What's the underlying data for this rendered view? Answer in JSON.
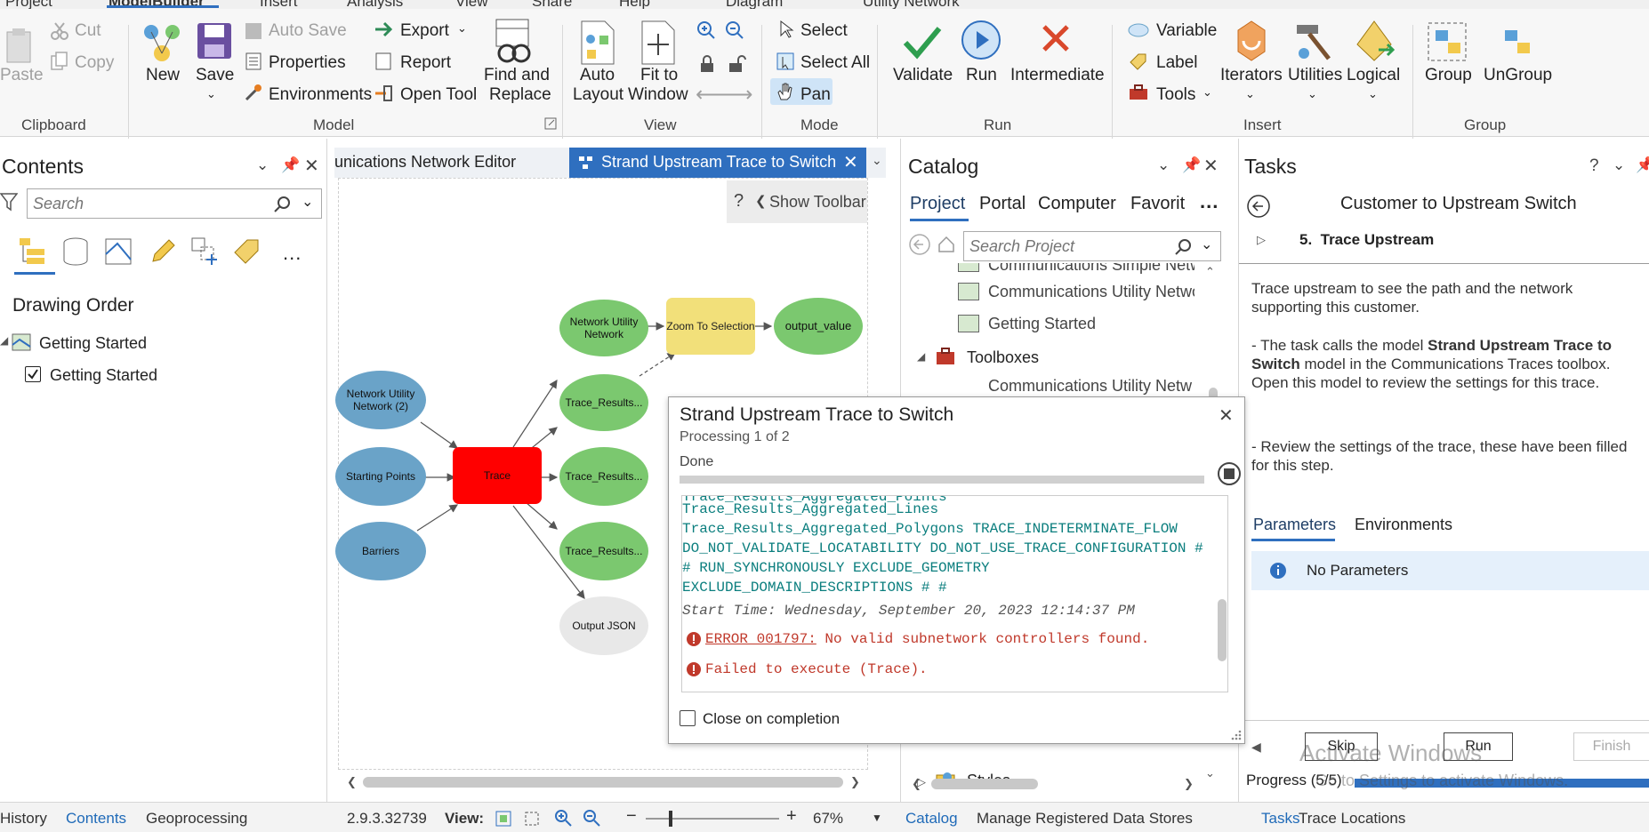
{
  "top_tabs": [
    "Project",
    "ModelBuilder",
    "Insert",
    "Analysis",
    "View",
    "Share",
    "Help",
    "Diagram",
    "Utility Network"
  ],
  "ribbon": {
    "clipboard": {
      "paste": "Paste",
      "cut": "Cut",
      "copy": "Copy",
      "group": "Clipboard"
    },
    "model": {
      "new": "New",
      "save": "Save",
      "auto_save": "Auto Save",
      "properties": "Properties",
      "environments": "Environments",
      "export": "Export",
      "report": "Report",
      "open_tool": "Open Tool",
      "find_replace_1": "Find and",
      "find_replace_2": "Replace",
      "group": "Model"
    },
    "view": {
      "auto_layout_1": "Auto",
      "auto_layout_2": "Layout",
      "fit_1": "Fit to",
      "fit_2": "Window",
      "group": "View"
    },
    "mode": {
      "select": "Select",
      "select_all": "Select All",
      "pan": "Pan",
      "group": "Mode"
    },
    "run": {
      "validate": "Validate",
      "run": "Run",
      "intermediate": "Intermediate",
      "group": "Run"
    },
    "insert": {
      "variable": "Variable",
      "label": "Label",
      "tools": "Tools",
      "iterators": "Iterators",
      "utilities": "Utilities",
      "logical": "Logical",
      "group": "Insert"
    },
    "group_grp": {
      "group": "Group",
      "ungroup": "UnGroup",
      "label": "Group"
    }
  },
  "contents": {
    "title": "Contents",
    "search_placeholder": "Search",
    "drawing_order": "Drawing Order",
    "map_item": "Getting Started",
    "layer_item": "Getting Started"
  },
  "editor": {
    "tab_inactive": "unications Network Editor",
    "tab_active": "Strand Upstream Trace to Switch",
    "show_toolbar": "Show Toolbar",
    "help": "?",
    "nodes": {
      "nun": "Network Utility Network",
      "zoom": "Zoom To Selection",
      "out_val": "output_value",
      "nun2": "Network Utility Network (2)",
      "tr1": "Trace_Results...",
      "start": "Starting Points",
      "trace": "Trace",
      "tr2": "Trace_Results...",
      "barriers": "Barriers",
      "tr3": "Trace_Results...",
      "json": "Output JSON"
    }
  },
  "dialog": {
    "title": "Strand Upstream Trace to Switch",
    "processing": "Processing 1 of 2",
    "done": "Done",
    "log_lines": [
      "Trace_Results_Aggregated_Lines",
      "Trace_Results_Aggregated_Polygons TRACE_INDETERMINATE_FLOW",
      "DO_NOT_VALIDATE_LOCATABILITY DO_NOT_USE_TRACE_CONFIGURATION #",
      "# RUN_SYNCHRONOUSLY EXCLUDE_GEOMETRY",
      "EXCLUDE_DOMAIN_DESCRIPTIONS # #"
    ],
    "start_time": "Start Time: Wednesday, September 20, 2023 12:14:37 PM",
    "error_code": "ERROR 001797:",
    "error_msg": " No valid subnetwork controllers found.",
    "failed": "Failed to execute (Trace).",
    "close_on_completion": "Close on completion"
  },
  "catalog": {
    "title": "Catalog",
    "tabs": [
      "Project",
      "Portal",
      "Computer",
      "Favorit"
    ],
    "more": "...",
    "search_placeholder": "Search Project",
    "items": [
      "Communications Simple Netw",
      "Communications Utility Netwo",
      "Getting Started",
      "Toolboxes",
      "Communications Utility Netw",
      "Styles"
    ]
  },
  "tasks": {
    "title": "Tasks",
    "help": "?",
    "task_name": "Customer to Upstream Switch",
    "step": "5.  Trace Upstream",
    "desc1": "Trace upstream to see the path and the network supporting this customer.",
    "desc2a": "- The task calls the model ",
    "desc2b": "Strand Upstream Trace to Switch",
    "desc2c": " model in the Communications Traces toolbox. Open this model to review the settings for this trace.",
    "desc3": "- Review the settings of the trace, these have been filled for this step.",
    "tab_params": "Parameters",
    "tab_env": "Environments",
    "no_params": "No Parameters",
    "skip": "Skip",
    "run": "Run",
    "finish": "Finish",
    "progress": "Progress (5/5)",
    "progress_fraction": 1.0,
    "watermark1": "Activate Windows",
    "watermark2": "Go to Settings to activate Windows."
  },
  "status": {
    "history": "History",
    "contents": "Contents",
    "geoprocessing": "Geoprocessing",
    "version": "2.9.3.32739",
    "view_label": "View:",
    "zoom": "67%",
    "catalog": "Catalog",
    "manage": "Manage Registered Data Stores",
    "tasks": "Tasks",
    "trace_locations": "Trace Locations"
  },
  "colors": {
    "accent": "#2f6fbf",
    "trace": "#ff0000",
    "error": "#c0392b",
    "log": "#0b7e7e"
  }
}
